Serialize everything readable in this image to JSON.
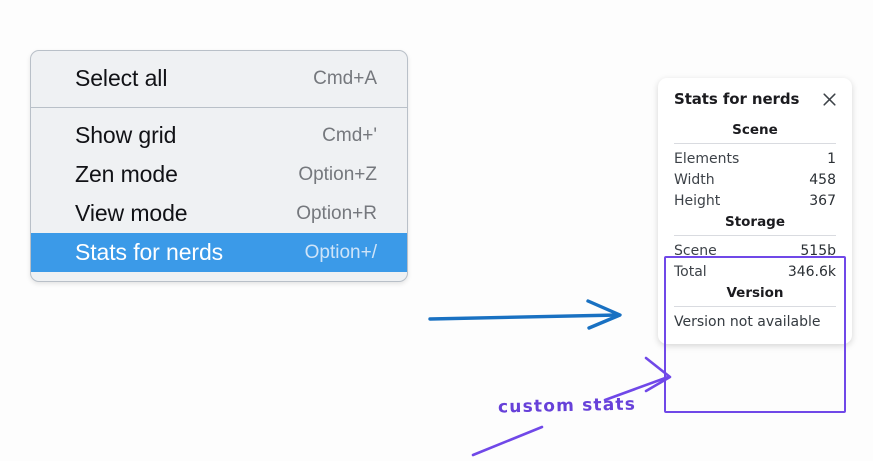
{
  "colors": {
    "menu_bg": "#eff1f3",
    "menu_border": "#b9c0c8",
    "selection_blue": "#3b9ae8",
    "annotation_blue": "#1971c2",
    "annotation_purple": "#6741d9",
    "highlight_purple": "#7048e8",
    "panel_bg": "#ffffff",
    "page_bg": "#fdfdfd"
  },
  "context_menu": {
    "sections": [
      {
        "items": [
          {
            "label": "Select all",
            "shortcut": "Cmd+A",
            "selected": false,
            "name": "menu-item-select-all"
          }
        ]
      },
      {
        "items": [
          {
            "label": "Show grid",
            "shortcut": "Cmd+'",
            "selected": false,
            "name": "menu-item-show-grid"
          },
          {
            "label": "Zen mode",
            "shortcut": "Option+Z",
            "selected": false,
            "name": "menu-item-zen-mode"
          },
          {
            "label": "View mode",
            "shortcut": "Option+R",
            "selected": false,
            "name": "menu-item-view-mode"
          },
          {
            "label": "Stats for nerds",
            "shortcut": "Option+/",
            "selected": true,
            "name": "menu-item-stats-for-nerds"
          }
        ]
      }
    ]
  },
  "stats_panel": {
    "title": "Stats for nerds",
    "close_icon": "close-icon",
    "sections": [
      {
        "heading": "Scene",
        "rows": [
          {
            "key": "Elements",
            "value": "1"
          },
          {
            "key": "Width",
            "value": "458"
          },
          {
            "key": "Height",
            "value": "367"
          }
        ]
      },
      {
        "heading": "Storage",
        "rows": [
          {
            "key": "Scene",
            "value": "515b"
          },
          {
            "key": "Total",
            "value": "346.6k"
          }
        ]
      },
      {
        "heading": "Version",
        "single_line": "Version not available"
      }
    ]
  },
  "annotations": {
    "label": "custom stats",
    "blue_arrow_name": "blue-pointer-arrow",
    "purple_arrow_upper_name": "purple-pointer-arrow-upper",
    "purple_arrow_lower_name": "purple-pointer-arrow-lower"
  }
}
